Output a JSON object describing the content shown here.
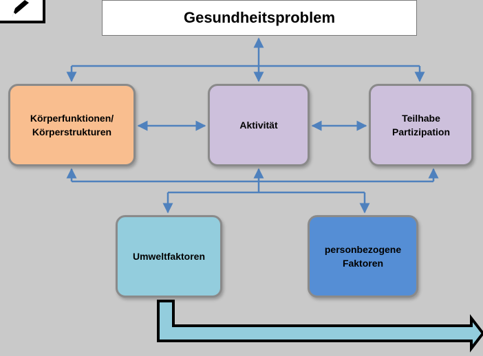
{
  "title": "Gesundheitsproblem",
  "nodes": {
    "koerper": "Körperfunktionen/\nKörperstrukturen",
    "aktivitaet": "Aktivität",
    "teilhabe": "Teilhabe\nPartizipation",
    "umwelt": "Umweltfaktoren",
    "person": "personbezogene\nFaktoren"
  },
  "icons": {
    "corner": "pencil-icon"
  },
  "colors": {
    "background": "#c9c9c9",
    "koerper": "#f9be8f",
    "aktivitaet": "#cdc0dc",
    "teilhabe": "#cdc0dc",
    "umwelt": "#93cddd",
    "person": "#558ed5",
    "arrow": "#4f81bd",
    "big_arrow": "#93cddd"
  }
}
